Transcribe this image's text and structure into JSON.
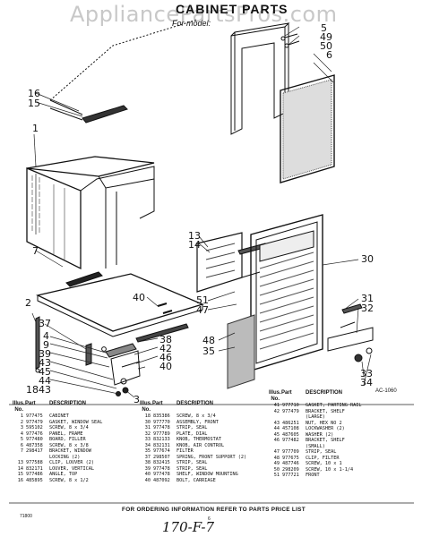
{
  "watermark": "AppliancePartsPros.com",
  "title": "CABINET PARTS",
  "subtitle": "For model:",
  "ref_code": "AC-1060",
  "handwritten": "170-F-7",
  "page_number": "6",
  "footnote": "71800",
  "footer": "FOR ORDERING INFORMATION REFER TO PARTS PRICE LIST",
  "callouts": [
    {
      "id": "c16",
      "text": "16"
    },
    {
      "id": "c15",
      "text": "15"
    },
    {
      "id": "c5a",
      "text": "5"
    },
    {
      "id": "c49",
      "text": "49"
    },
    {
      "id": "c50",
      "text": "50"
    },
    {
      "id": "c6",
      "text": "6"
    },
    {
      "id": "c7",
      "text": "7"
    },
    {
      "id": "c1",
      "text": "1"
    },
    {
      "id": "c13",
      "text": "13"
    },
    {
      "id": "c14",
      "text": "14"
    },
    {
      "id": "c30",
      "text": "30"
    },
    {
      "id": "c31",
      "text": "31"
    },
    {
      "id": "c32",
      "text": "32"
    },
    {
      "id": "c51",
      "text": "51"
    },
    {
      "id": "c47",
      "text": "47"
    },
    {
      "id": "c48",
      "text": "48"
    },
    {
      "id": "c35",
      "text": "35"
    },
    {
      "id": "c33",
      "text": "33"
    },
    {
      "id": "c34",
      "text": "34"
    },
    {
      "id": "c2",
      "text": "2"
    },
    {
      "id": "c37",
      "text": "37"
    },
    {
      "id": "c4",
      "text": "4"
    },
    {
      "id": "c9",
      "text": "9"
    },
    {
      "id": "c39",
      "text": "39"
    },
    {
      "id": "c43a",
      "text": "43"
    },
    {
      "id": "c45",
      "text": "45"
    },
    {
      "id": "c44",
      "text": "44"
    },
    {
      "id": "c43b",
      "text": "43"
    },
    {
      "id": "c18",
      "text": "18"
    },
    {
      "id": "c40",
      "text": "40"
    },
    {
      "id": "c38",
      "text": "38"
    },
    {
      "id": "c42",
      "text": "42"
    },
    {
      "id": "c46",
      "text": "46"
    },
    {
      "id": "c40b",
      "text": "40"
    },
    {
      "id": "c3",
      "text": "3"
    }
  ],
  "table_headers": {
    "illus": "Illus.",
    "no": "No.",
    "part": "Part",
    "description": "DESCRIPTION"
  },
  "parts_table": [
    [
      {
        "no": "1",
        "part": "977475",
        "desc": "CABINET"
      },
      {
        "no": "2",
        "part": "977479",
        "desc": "GASKET, WINDOW SEAL"
      },
      {
        "no": "3",
        "part": "595102",
        "desc": "SCREW, 8 x 3/4"
      },
      {
        "no": "4",
        "part": "977476",
        "desc": "PANEL, FRAME"
      },
      {
        "no": "5",
        "part": "977480",
        "desc": "BOARD, FILLER"
      },
      {
        "no": "6",
        "part": "487358",
        "desc": "SCREW, 8 x 3/8"
      },
      {
        "no": "7",
        "part": "298417",
        "desc": "BRACKET, WINDOW"
      },
      {
        "no": "",
        "part": "",
        "desc": "LOCKING (2)"
      },
      {
        "no": "13",
        "part": "977588",
        "desc": "CLIP, LOUVER (2)"
      },
      {
        "no": "14",
        "part": "832171",
        "desc": "LOUVER, VERTICAL"
      },
      {
        "no": "15",
        "part": "977486",
        "desc": "ANGLE, TOP"
      },
      {
        "no": "16",
        "part": "485895",
        "desc": "SCREW, 8 x 1/2"
      }
    ],
    [
      {
        "no": "18",
        "part": "835386",
        "desc": "SCREW, 8 x 3/4"
      },
      {
        "no": "30",
        "part": "977770",
        "desc": "ASSEMBLY, FRONT"
      },
      {
        "no": "31",
        "part": "977478",
        "desc": "STRIP, SEAL"
      },
      {
        "no": "32",
        "part": "977789",
        "desc": "PLATE, DIAL"
      },
      {
        "no": "33",
        "part": "832133",
        "desc": "KNOB, THERMOSTAT"
      },
      {
        "no": "34",
        "part": "832131",
        "desc": "KNOB, AIR CONTROL"
      },
      {
        "no": "35",
        "part": "977674",
        "desc": "FILTER"
      },
      {
        "no": "37",
        "part": "298507",
        "desc": "SPRING, FRONT SUPPORT (2)"
      },
      {
        "no": "38",
        "part": "832415",
        "desc": "STRIP, SEAL"
      },
      {
        "no": "39",
        "part": "977478",
        "desc": "STRIP, SEAL"
      },
      {
        "no": "40",
        "part": "977478",
        "desc": "SHELF, WINDOW MOUNTING"
      },
      {
        "no": "40",
        "part": "487092",
        "desc": "BOLT, CARRIAGE"
      }
    ],
    [
      {
        "no": "41",
        "part": "977710",
        "desc": "GASKET, PARTING RAIL"
      },
      {
        "no": "42",
        "part": "977479",
        "desc": "BRACKET, SHELF"
      },
      {
        "no": "",
        "part": "",
        "desc": "(LARGE)"
      },
      {
        "no": "43",
        "part": "486251",
        "desc": "NUT, HEX NO 2"
      },
      {
        "no": "44",
        "part": "457108",
        "desc": "LOCKWASHER (2)"
      },
      {
        "no": "45",
        "part": "487605",
        "desc": "WASHER (2)"
      },
      {
        "no": "46",
        "part": "977482",
        "desc": "BRACKET, SHELF"
      },
      {
        "no": "",
        "part": "",
        "desc": "(SMALL)"
      },
      {
        "no": "47",
        "part": "977709",
        "desc": "STRIP, SEAL"
      },
      {
        "no": "48",
        "part": "977675",
        "desc": "CLIP, FILTER"
      },
      {
        "no": "49",
        "part": "487746",
        "desc": "SCREW, 10 x 1"
      },
      {
        "no": "50",
        "part": "298209",
        "desc": "SCREW, 10 x 1-1/4"
      },
      {
        "no": "51",
        "part": "977721",
        "desc": "FRONT"
      }
    ]
  ]
}
